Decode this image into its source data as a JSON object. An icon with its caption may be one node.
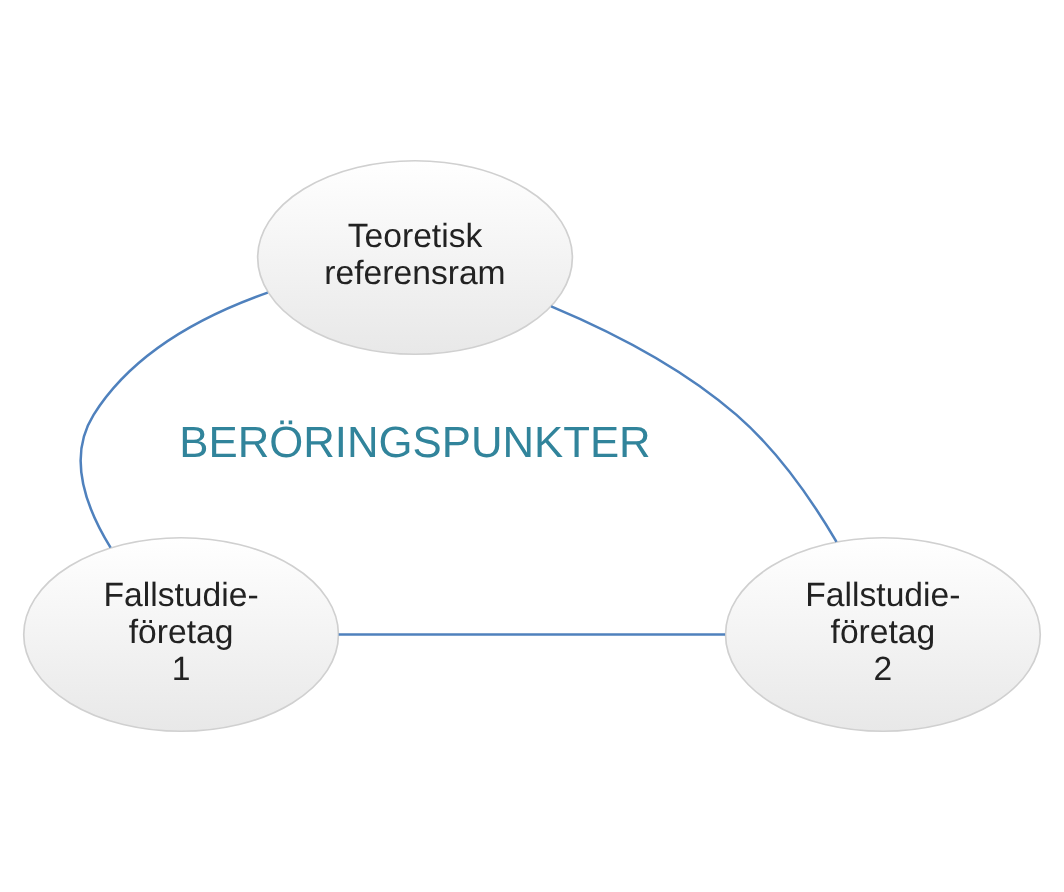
{
  "diagram": {
    "nodes": [
      {
        "text": [
          "Teoretisk referensram"
        ]
      },
      {
        "text": [
          "Fallstudie-företag 1"
        ]
      },
      {
        "text": [
          "Fallstudie-företag 2"
        ]
      }
    ],
    "edges": [
      {
        "from": 0,
        "to": 1,
        "arrow": "none"
      },
      {
        "from": 0,
        "to": 2,
        "arrow": "none"
      },
      {
        "from": 1,
        "to": 2,
        "arrow": "none"
      }
    ],
    "labels": [
      "BERÖRINGSPUNKTER"
    ]
  }
}
